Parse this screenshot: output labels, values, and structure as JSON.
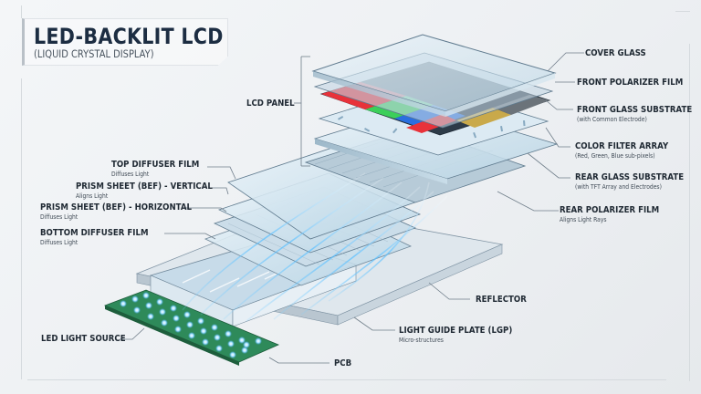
{
  "header": {
    "title": "LED-BACKLIT LCD",
    "subtitle": "(LIQUID CRYSTAL DISPLAY)"
  },
  "groups": {
    "lcd_panel": "LCD PANEL"
  },
  "labels_right": [
    {
      "main": "COVER GLASS",
      "sub": ""
    },
    {
      "main": "FRONT POLARIZER FILM",
      "sub": ""
    },
    {
      "main": "FRONT GLASS SUBSTRATE",
      "sub": "(with Common Electrode)"
    },
    {
      "main": "COLOR FILTER ARRAY",
      "sub": "(Red, Green, Blue sub-pixels)"
    },
    {
      "main": "REAR GLASS SUBSTRATE",
      "sub": "(with TFT Array and Electrodes)"
    },
    {
      "main": "REAR POLARIZER FILM",
      "sub": "Aligns Light Rays"
    }
  ],
  "labels_left": [
    {
      "main": "TOP DIFFUSER FILM",
      "sub": "Diffuses Light"
    },
    {
      "main": "PRISM SHEET (BEF) - VERTICAL",
      "sub": "Aligns Light"
    },
    {
      "main": "PRISM SHEET (BEF) - HORIZONTAL",
      "sub": "Diffuses Light"
    },
    {
      "main": "BOTTOM DIFFUSER FILM",
      "sub": "Diffuses Light"
    },
    {
      "main": "LED LIGHT SOURCE",
      "sub": ""
    }
  ],
  "labels_bottom": [
    {
      "main": "REFLECTOR",
      "sub": ""
    },
    {
      "main": "LIGHT GUIDE PLATE (LGP)",
      "sub": "Micro-structures"
    },
    {
      "main": "PCB",
      "sub": ""
    }
  ],
  "colors": {
    "title": "#1c2d42",
    "glass": "#cfe3ee",
    "light": "#4fb6ff",
    "pcb": "#2e8a5a",
    "red_subpixel": "#e8323a",
    "green_subpixel": "#3ccf5a",
    "blue_subpixel": "#2a6fe0"
  }
}
